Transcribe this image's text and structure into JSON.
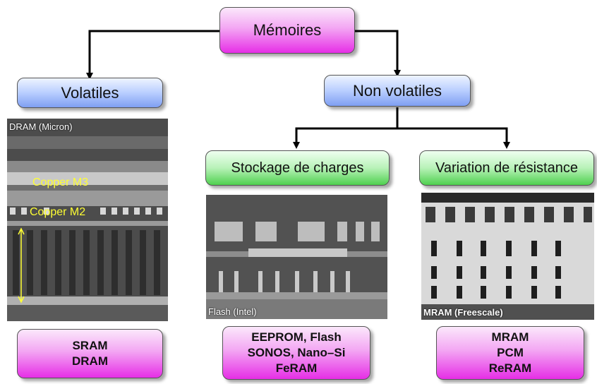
{
  "diagram": {
    "root": "Mémoires",
    "volatile": {
      "label": "Volatiles",
      "photo_caption": "DRAM (Micron)",
      "overlay_m3": "Copper M3",
      "overlay_m2": "Copper M2",
      "examples": [
        "SRAM",
        "DRAM"
      ]
    },
    "nonvolatile": {
      "label": "Non volatiles",
      "charge": {
        "label": "Stockage de charges",
        "photo_caption": "Flash (Intel)",
        "examples": [
          "EEPROM, Flash",
          "SONOS, Nano–Si",
          "FeRAM"
        ]
      },
      "resistance": {
        "label": "Variation de résistance",
        "photo_caption": "MRAM (Freescale)",
        "examples": [
          "MRAM",
          "PCM",
          "ReRAM"
        ]
      }
    }
  },
  "colors": {
    "root_box": "#e62ee6",
    "category_box": "#7f9ff2",
    "subcategory_box": "#4fd04f",
    "connector": "#000000",
    "overlay_text": "#ffff33"
  }
}
